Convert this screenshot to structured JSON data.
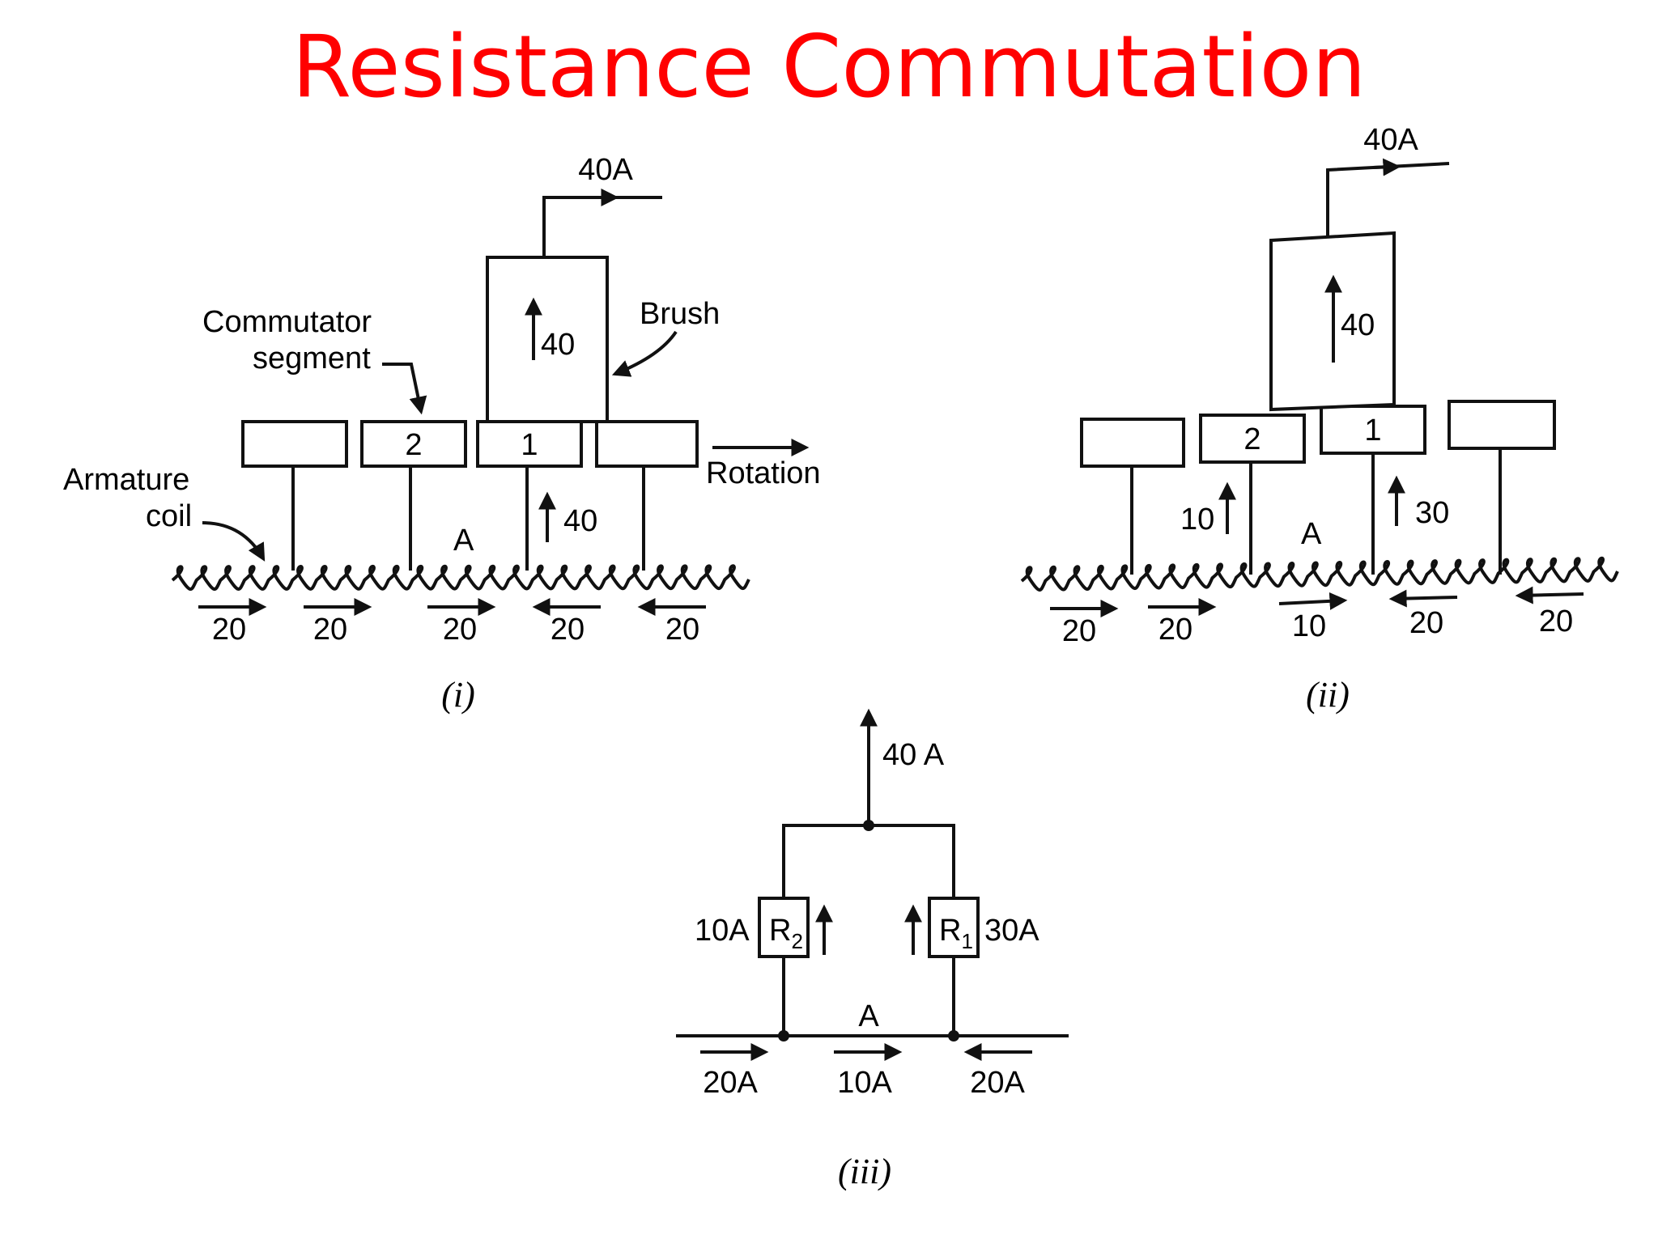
{
  "title": "Resistance Commutation",
  "colors": {
    "title": "#ff0000",
    "ink": "#111111",
    "background": "#ffffff"
  },
  "figure_i": {
    "caption": "(i)",
    "output_current": "40A",
    "brush_current": "40",
    "brush_label": "Brush",
    "segment_label": "Commutator segment",
    "segment_numbers": [
      "2",
      "1"
    ],
    "coil_label": "Armature coil",
    "rotation_label": "Rotation",
    "point_label": "A",
    "riser_current": "40",
    "coil_currents": [
      "20",
      "20",
      "20",
      "20",
      "20"
    ]
  },
  "figure_ii": {
    "caption": "(ii)",
    "output_current": "40A",
    "brush_current": "40",
    "segment_numbers": [
      "2",
      "1"
    ],
    "point_label": "A",
    "riser_currents": [
      "10",
      "30"
    ],
    "coil_currents": [
      "20",
      "20",
      "10",
      "20",
      "20"
    ]
  },
  "figure_iii": {
    "caption": "(iii)",
    "output_current": "40 A",
    "left_current": "10A",
    "right_current": "30A",
    "r2_label": "R",
    "r2_sub": "2",
    "r1_label": "R",
    "r1_sub": "1",
    "point_label": "A",
    "bottom_currents": [
      "20A",
      "10A",
      "20A"
    ]
  }
}
